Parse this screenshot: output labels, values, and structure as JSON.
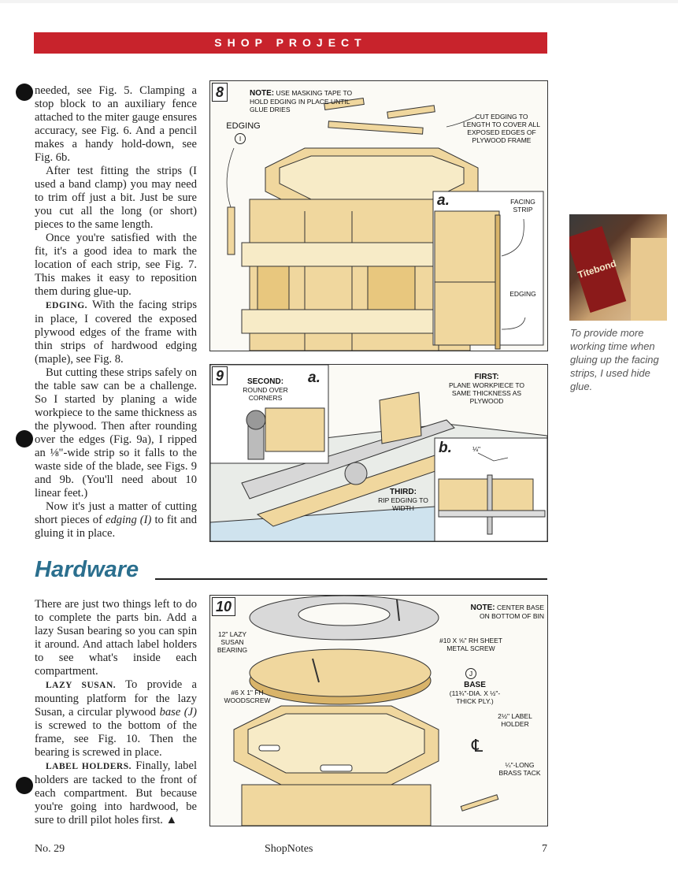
{
  "banner": {
    "title": "SHOP PROJECT"
  },
  "column1": {
    "p1": "needed, see Fig. 5. Clamping a stop block to an auxiliary fence attached to the miter gauge ensures accuracy, see Fig. 6. And a pencil makes a handy hold-down, see Fig. 6b.",
    "p2": "After test fitting the strips (I used a band clamp) you may need to trim off just a bit. Just be sure you cut all the long (or short) pieces to the same length.",
    "p3": "Once you're satisfied with the fit, it's a good idea to mark the location of each strip, see Fig. 7. This makes it easy to reposition them during glue-up.",
    "p4_head": "EDGING.",
    "p4_body": " With the facing strips in place, I covered the exposed plywood edges of the frame with thin strips of hardwood edging (maple), see Fig. 8.",
    "p5": "But cutting these strips safely on the table saw can be a challenge. So I started by planing a wide workpiece to the same thickness as the plywood. Then after rounding over the edges (Fig. 9a), I ripped an ⅛\"-wide strip so it falls to the waste side of the blade, see Figs. 9 and 9b. (You'll need about 10 linear feet.)",
    "p6_pre": "Now it's just a matter of cutting short pieces of ",
    "p6_em": "edging (I)",
    "p6_post": " to fit and gluing it in place."
  },
  "hardware": {
    "heading": "Hardware",
    "p1": "There are just two things left to do to complete the parts bin. Add a lazy Susan bearing so you can spin it around. And attach label holders to see what's inside each compartment.",
    "p2_head": "LAZY SUSAN.",
    "p2_pre": " To provide a mounting platform for the lazy Susan, a circular plywood ",
    "p2_em": "base (J)",
    "p2_post": " is screwed to the bottom of the frame, see Fig. 10. Then the bearing is screwed in place.",
    "p3_head": "LABEL HOLDERS.",
    "p3_body": " Finally, label holders are tacked to the front of each compartment. But because you're going into hardwood, be sure to drill pilot holes first."
  },
  "fig8": {
    "number": "8",
    "note_head": "NOTE:",
    "note_body": "USE MASKING TAPE TO HOLD EDGING IN PLACE UNTIL GLUE DRIES",
    "edging_label": "EDGING",
    "part_i": "I",
    "cut_edging": "CUT EDGING TO LENGTH TO COVER ALL EXPOSED EDGES OF PLYWOOD FRAME",
    "inset_label": "a.",
    "facing_strip": "FACING STRIP",
    "inset_edging": "EDGING"
  },
  "fig9": {
    "number": "9",
    "second_head": "SECOND:",
    "second_body": "ROUND OVER CORNERS",
    "inset_a": "a.",
    "first_head": "FIRST:",
    "first_body": "PLANE WORKPIECE TO SAME THICKNESS AS PLYWOOD",
    "inset_b": "b.",
    "dim": "⅛\"",
    "third_head": "THIRD:",
    "third_body": "RIP EDGING TO WIDTH"
  },
  "fig10": {
    "number": "10",
    "note_head": "NOTE:",
    "note_body": "CENTER BASE ON BOTTOM OF BIN",
    "lazy_susan": "12\" LAZY SUSAN BEARING",
    "screw1": "#10 x ⅝\" Rh SHEET METAL SCREW",
    "part_j": "J",
    "base_head": "BASE",
    "base_body": "(11¾\"-DIA. x ½\"-THICK PLY.)",
    "woodscrew": "#6 x 1\" Fh WOODSCREW",
    "label_holder": "2½\" LABEL HOLDER",
    "brass_tack": "¼\"-LONG BRASS TACK",
    "centerline": "℄"
  },
  "photo": {
    "caption": "To provide more working time when gluing up the facing strips, I used hide glue.",
    "bottle_text": "Titebond"
  },
  "footer": {
    "issue": "No. 29",
    "magazine": "ShopNotes",
    "page": "7"
  },
  "colors": {
    "banner": "#c8232c",
    "heading": "#2b6f8e",
    "wood": "#f0d79e"
  }
}
